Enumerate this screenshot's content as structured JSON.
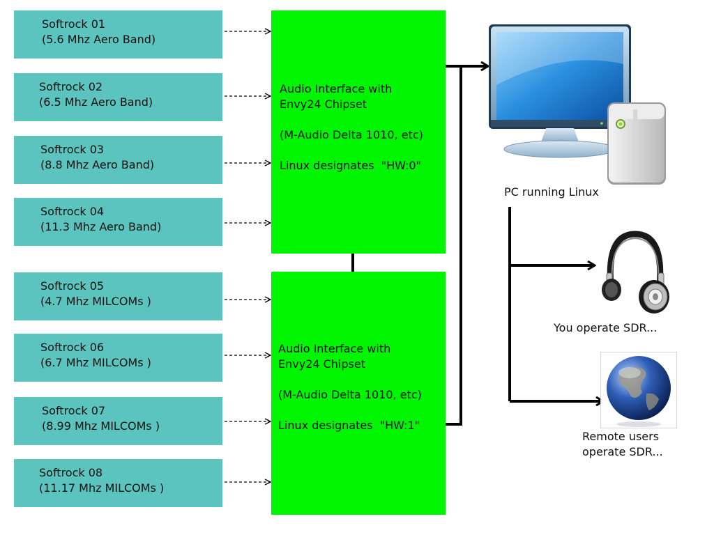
{
  "softrocks": [
    {
      "name": "Softrock 01",
      "band": "(5.6 Mhz Aero Band)"
    },
    {
      "name": "Softrock 02",
      "band": "(6.5 Mhz Aero Band)"
    },
    {
      "name": "Softrock 03",
      "band": "(8.8 Mhz Aero Band)"
    },
    {
      "name": "Softrock 04",
      "band": "(11.3 Mhz Aero Band)"
    },
    {
      "name": "Softrock 05",
      "band": "(4.7 Mhz MILCOMs )"
    },
    {
      "name": "Softrock 06",
      "band": "(6.7 Mhz MILCOMs )"
    },
    {
      "name": "Softrock 07",
      "band": "(8.99 Mhz MILCOMs )"
    },
    {
      "name": "Softrock 08",
      "band": "(11.17 Mhz MILCOMs )"
    }
  ],
  "audio_interfaces": [
    {
      "line1": "Audio Interface with",
      "line2": "Envy24 Chipset",
      "model": "(M-Audio Delta 1010, etc)",
      "designation": "Linux designates  \"HW:0\""
    },
    {
      "line1": "Audio Interface with",
      "line2": "Envy24 Chipset",
      "model": "(M-Audio Delta 1010, etc)",
      "designation": "Linux designates  \"HW:1\""
    }
  ],
  "pc_label": "PC running Linux",
  "headphones_label": "You operate SDR...",
  "remote_label_1": "Remote users",
  "remote_label_2": "operate SDR...",
  "icons": {
    "pc": "desktop-computer-icon",
    "headphones": "headphones-icon",
    "globe": "globe-icon"
  },
  "colors": {
    "softrock_box": "#5bc4be",
    "audio_box": "#00f500",
    "connector": "#000000"
  }
}
